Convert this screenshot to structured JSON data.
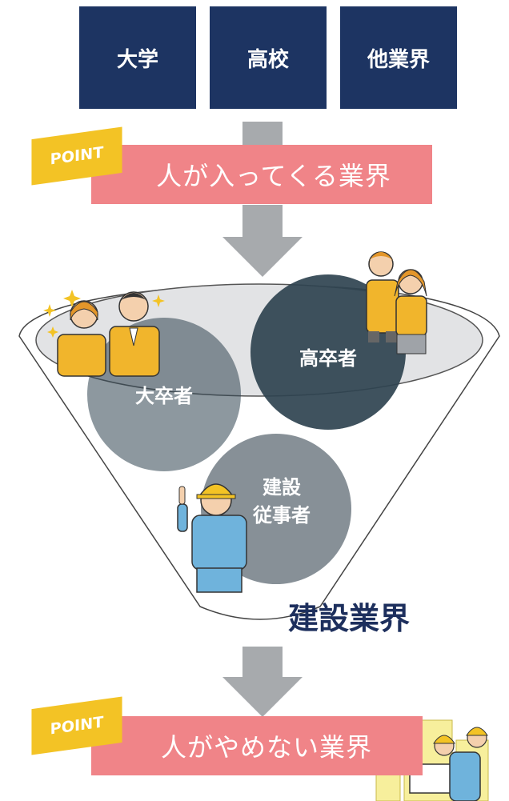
{
  "sources": [
    "大学",
    "高校",
    "他業界"
  ],
  "point_top": {
    "tag": "POINT",
    "text": "人が入ってくる業界"
  },
  "funnel": {
    "circle_university": "大卒者",
    "circle_highschool": "高卒者",
    "circle_construction_line1": "建設",
    "circle_construction_line2": "従事者",
    "industry_label": "建設業界"
  },
  "point_bottom": {
    "tag": "POINT",
    "text": "人がやめない業界"
  },
  "colors": {
    "navy": "#1d3462",
    "pink": "#f08488",
    "yellow": "#f3c325",
    "arrow_gray": "#a7aaad",
    "circle_dark": "#2f4350"
  }
}
